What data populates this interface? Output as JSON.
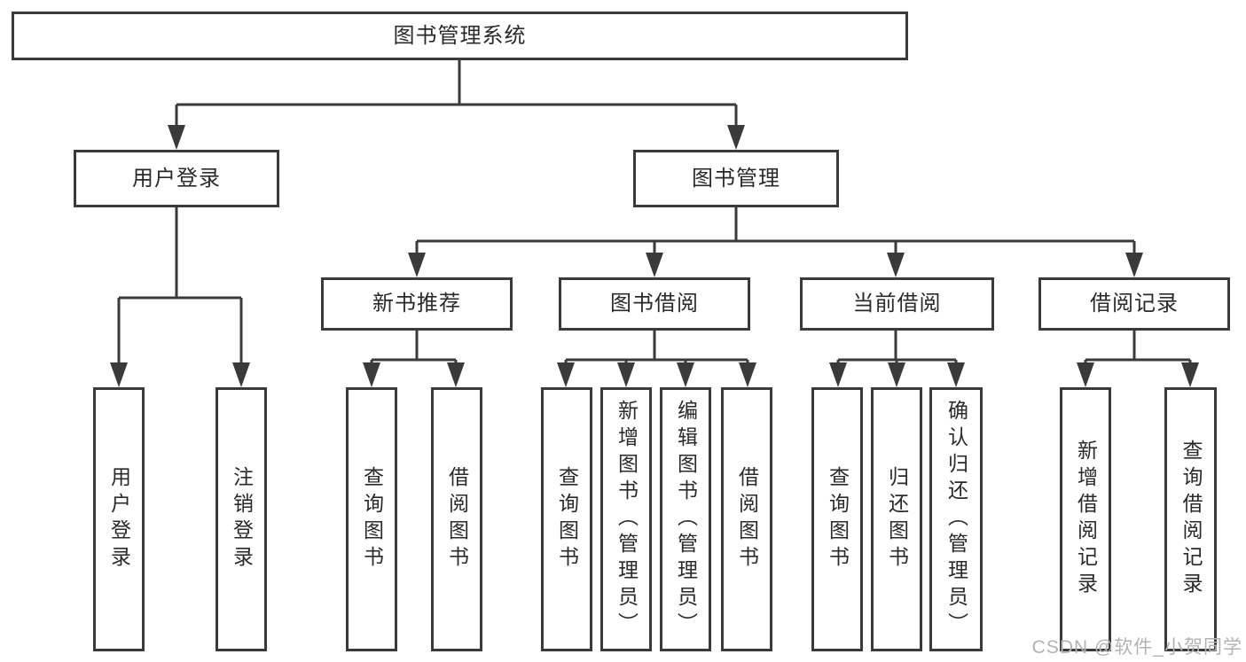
{
  "diagram": {
    "type": "hierarchy-tree",
    "title": "图书管理系统",
    "level2": [
      {
        "label": "用户登录",
        "parent": "图书管理系统"
      },
      {
        "label": "图书管理",
        "parent": "图书管理系统"
      }
    ],
    "level3": [
      {
        "label": "新书推荐",
        "parent": "图书管理"
      },
      {
        "label": "图书借阅",
        "parent": "图书管理"
      },
      {
        "label": "当前借阅",
        "parent": "图书管理"
      },
      {
        "label": "借阅记录",
        "parent": "图书管理"
      }
    ],
    "leaves": [
      {
        "label": "用户登录",
        "parent": "用户登录"
      },
      {
        "label": "注销登录",
        "parent": "用户登录"
      },
      {
        "label": "查询图书",
        "parent": "新书推荐"
      },
      {
        "label": "借阅图书",
        "parent": "新书推荐"
      },
      {
        "label": "查询图书",
        "parent": "图书借阅"
      },
      {
        "label": "新增图书（管理员）",
        "parent": "图书借阅"
      },
      {
        "label": "编辑图书（管理员）",
        "parent": "图书借阅"
      },
      {
        "label": "借阅图书",
        "parent": "图书借阅"
      },
      {
        "label": "查询图书",
        "parent": "当前借阅"
      },
      {
        "label": "归还图书",
        "parent": "当前借阅"
      },
      {
        "label": "确认归还（管理员）",
        "parent": "当前借阅"
      },
      {
        "label": "新增借阅记录",
        "parent": "借阅记录"
      },
      {
        "label": "查询借阅记录",
        "parent": "借阅记录"
      }
    ],
    "colors": {
      "line": "#3a3a3a",
      "text": "#2a2a2a",
      "background": "#ffffff",
      "watermark": "#b3b3b3"
    }
  },
  "watermark": {
    "text": "CSDN @软件_小贺同学"
  }
}
